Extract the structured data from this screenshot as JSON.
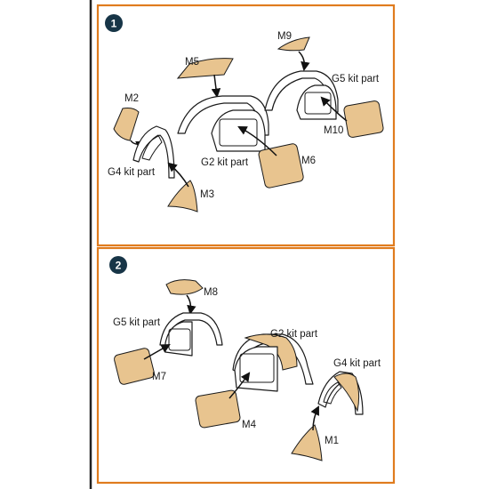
{
  "colors": {
    "frame": "#e07c1e",
    "mask": "#e8c48f",
    "badge": "#173547",
    "divider": "#222222"
  },
  "steps": [
    {
      "number": "1",
      "labels": {
        "M5": "M5",
        "M9": "M9",
        "G5": "G5 kit part",
        "M2": "M2",
        "M10": "M10",
        "G4": "G4 kit part",
        "G2": "G2 kit part",
        "M6": "M6",
        "M3": "M3"
      }
    },
    {
      "number": "2",
      "labels": {
        "M8": "M8",
        "G5": "G5 kit part",
        "G2": "G2 kit part",
        "G4": "G4 kit part",
        "M7": "M7",
        "M4": "M4",
        "M1": "M1"
      }
    }
  ]
}
